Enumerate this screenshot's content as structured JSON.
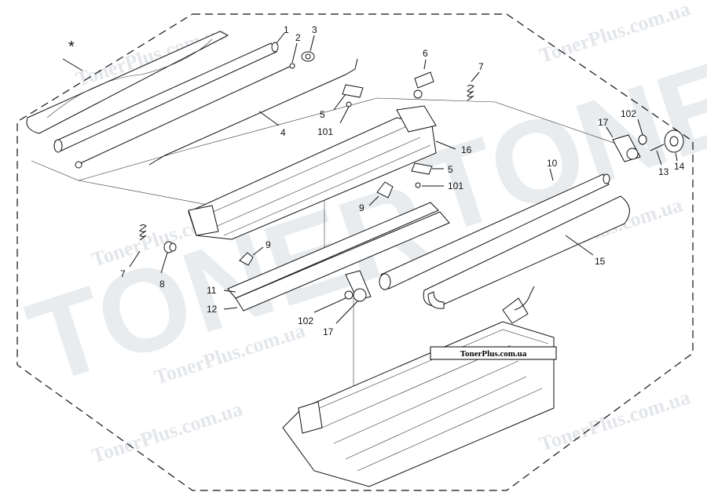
{
  "diagram": {
    "asterisk": "*",
    "watermark": {
      "brand": "TonerPlus.com.ua",
      "big_text": "TONER"
    },
    "stamp": "TonerPlus.com.ua",
    "callouts": {
      "p1": "1",
      "p2": "2",
      "p3": "3",
      "p4": "4",
      "p5a": "5",
      "p5b": "5",
      "p6": "6",
      "p7a": "7",
      "p7b": "7",
      "p8": "8",
      "p9a": "9",
      "p9b": "9",
      "p10": "10",
      "p11": "11",
      "p12": "12",
      "p13": "13",
      "p14": "14",
      "p15": "15",
      "p16": "16",
      "p17a": "17",
      "p17b": "17",
      "p101a": "101",
      "p101b": "101",
      "p102a": "102",
      "p102b": "102"
    }
  }
}
